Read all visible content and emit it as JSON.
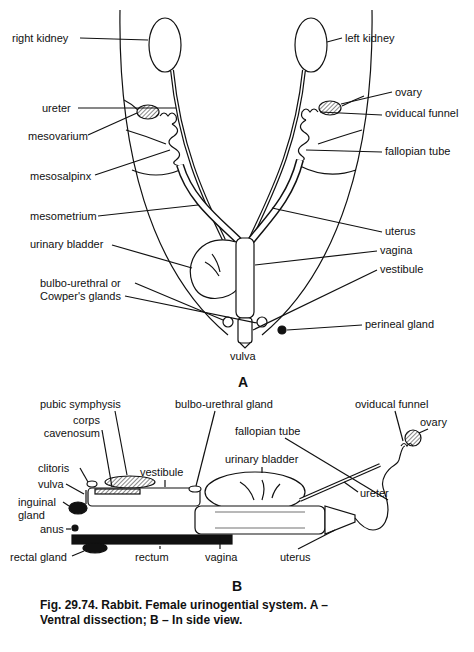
{
  "diagram": {
    "caption": "Fig. 29.74. Rabbit. Female urinogential system. A – Ventral dissection; B – In side view.",
    "labels": [
      "right kidney",
      "left kidney",
      "ureter",
      "ovary",
      "mesovarium",
      "oviducal funnel",
      "mesosalpinx",
      "fallopian tube",
      "mesometrium",
      "uterus",
      "urinary bladder",
      "vagina",
      "vestibule",
      "bulbo-urethral or Cowper's glands",
      "perineal gland",
      "vulva",
      "A",
      "pubic symphysis",
      "bulbo-urethral gland",
      "oviducal funnel",
      "ovary",
      "corps cavenosum",
      "fallopian tube",
      "clitoris",
      "vulva",
      "urinary bladder",
      "vestibule",
      "ureter",
      "inguinal gland",
      "anus",
      "rectal gland",
      "rectum",
      "vagina",
      "uterus",
      "B"
    ]
  }
}
